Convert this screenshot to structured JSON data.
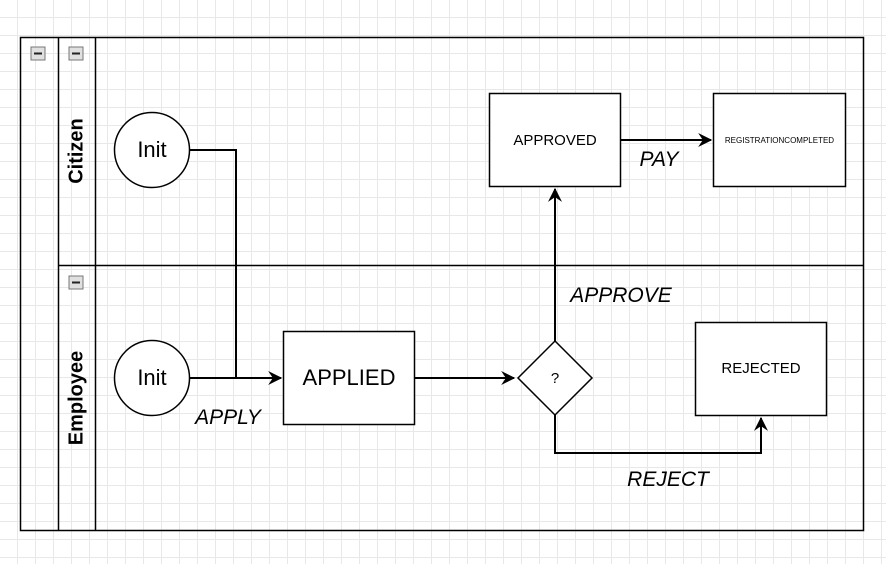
{
  "pool": {
    "collapse_icon": "minus-icon"
  },
  "lanes": {
    "citizen": {
      "label": "Citizen",
      "collapse_icon": "minus-icon"
    },
    "employee": {
      "label": "Employee",
      "collapse_icon": "minus-icon"
    }
  },
  "nodes": {
    "init_citizen": {
      "label": "Init"
    },
    "init_employee": {
      "label": "Init"
    },
    "applied": {
      "label": "APPLIED"
    },
    "decision": {
      "label": "?"
    },
    "approved": {
      "label": "APPROVED"
    },
    "registration_completed": {
      "label": "REGISTRATIONCOMPLETED"
    },
    "rejected": {
      "label": "REJECTED"
    }
  },
  "edges": {
    "apply": {
      "label": "APPLY"
    },
    "approve": {
      "label": "APPROVE"
    },
    "reject": {
      "label": "REJECT"
    },
    "pay": {
      "label": "PAY"
    }
  },
  "colors": {
    "stroke": "#000000",
    "fill": "#ffffff",
    "grid": "#e8e8e8",
    "icon_fill": "#e0e0e0",
    "icon_border": "#777777"
  }
}
